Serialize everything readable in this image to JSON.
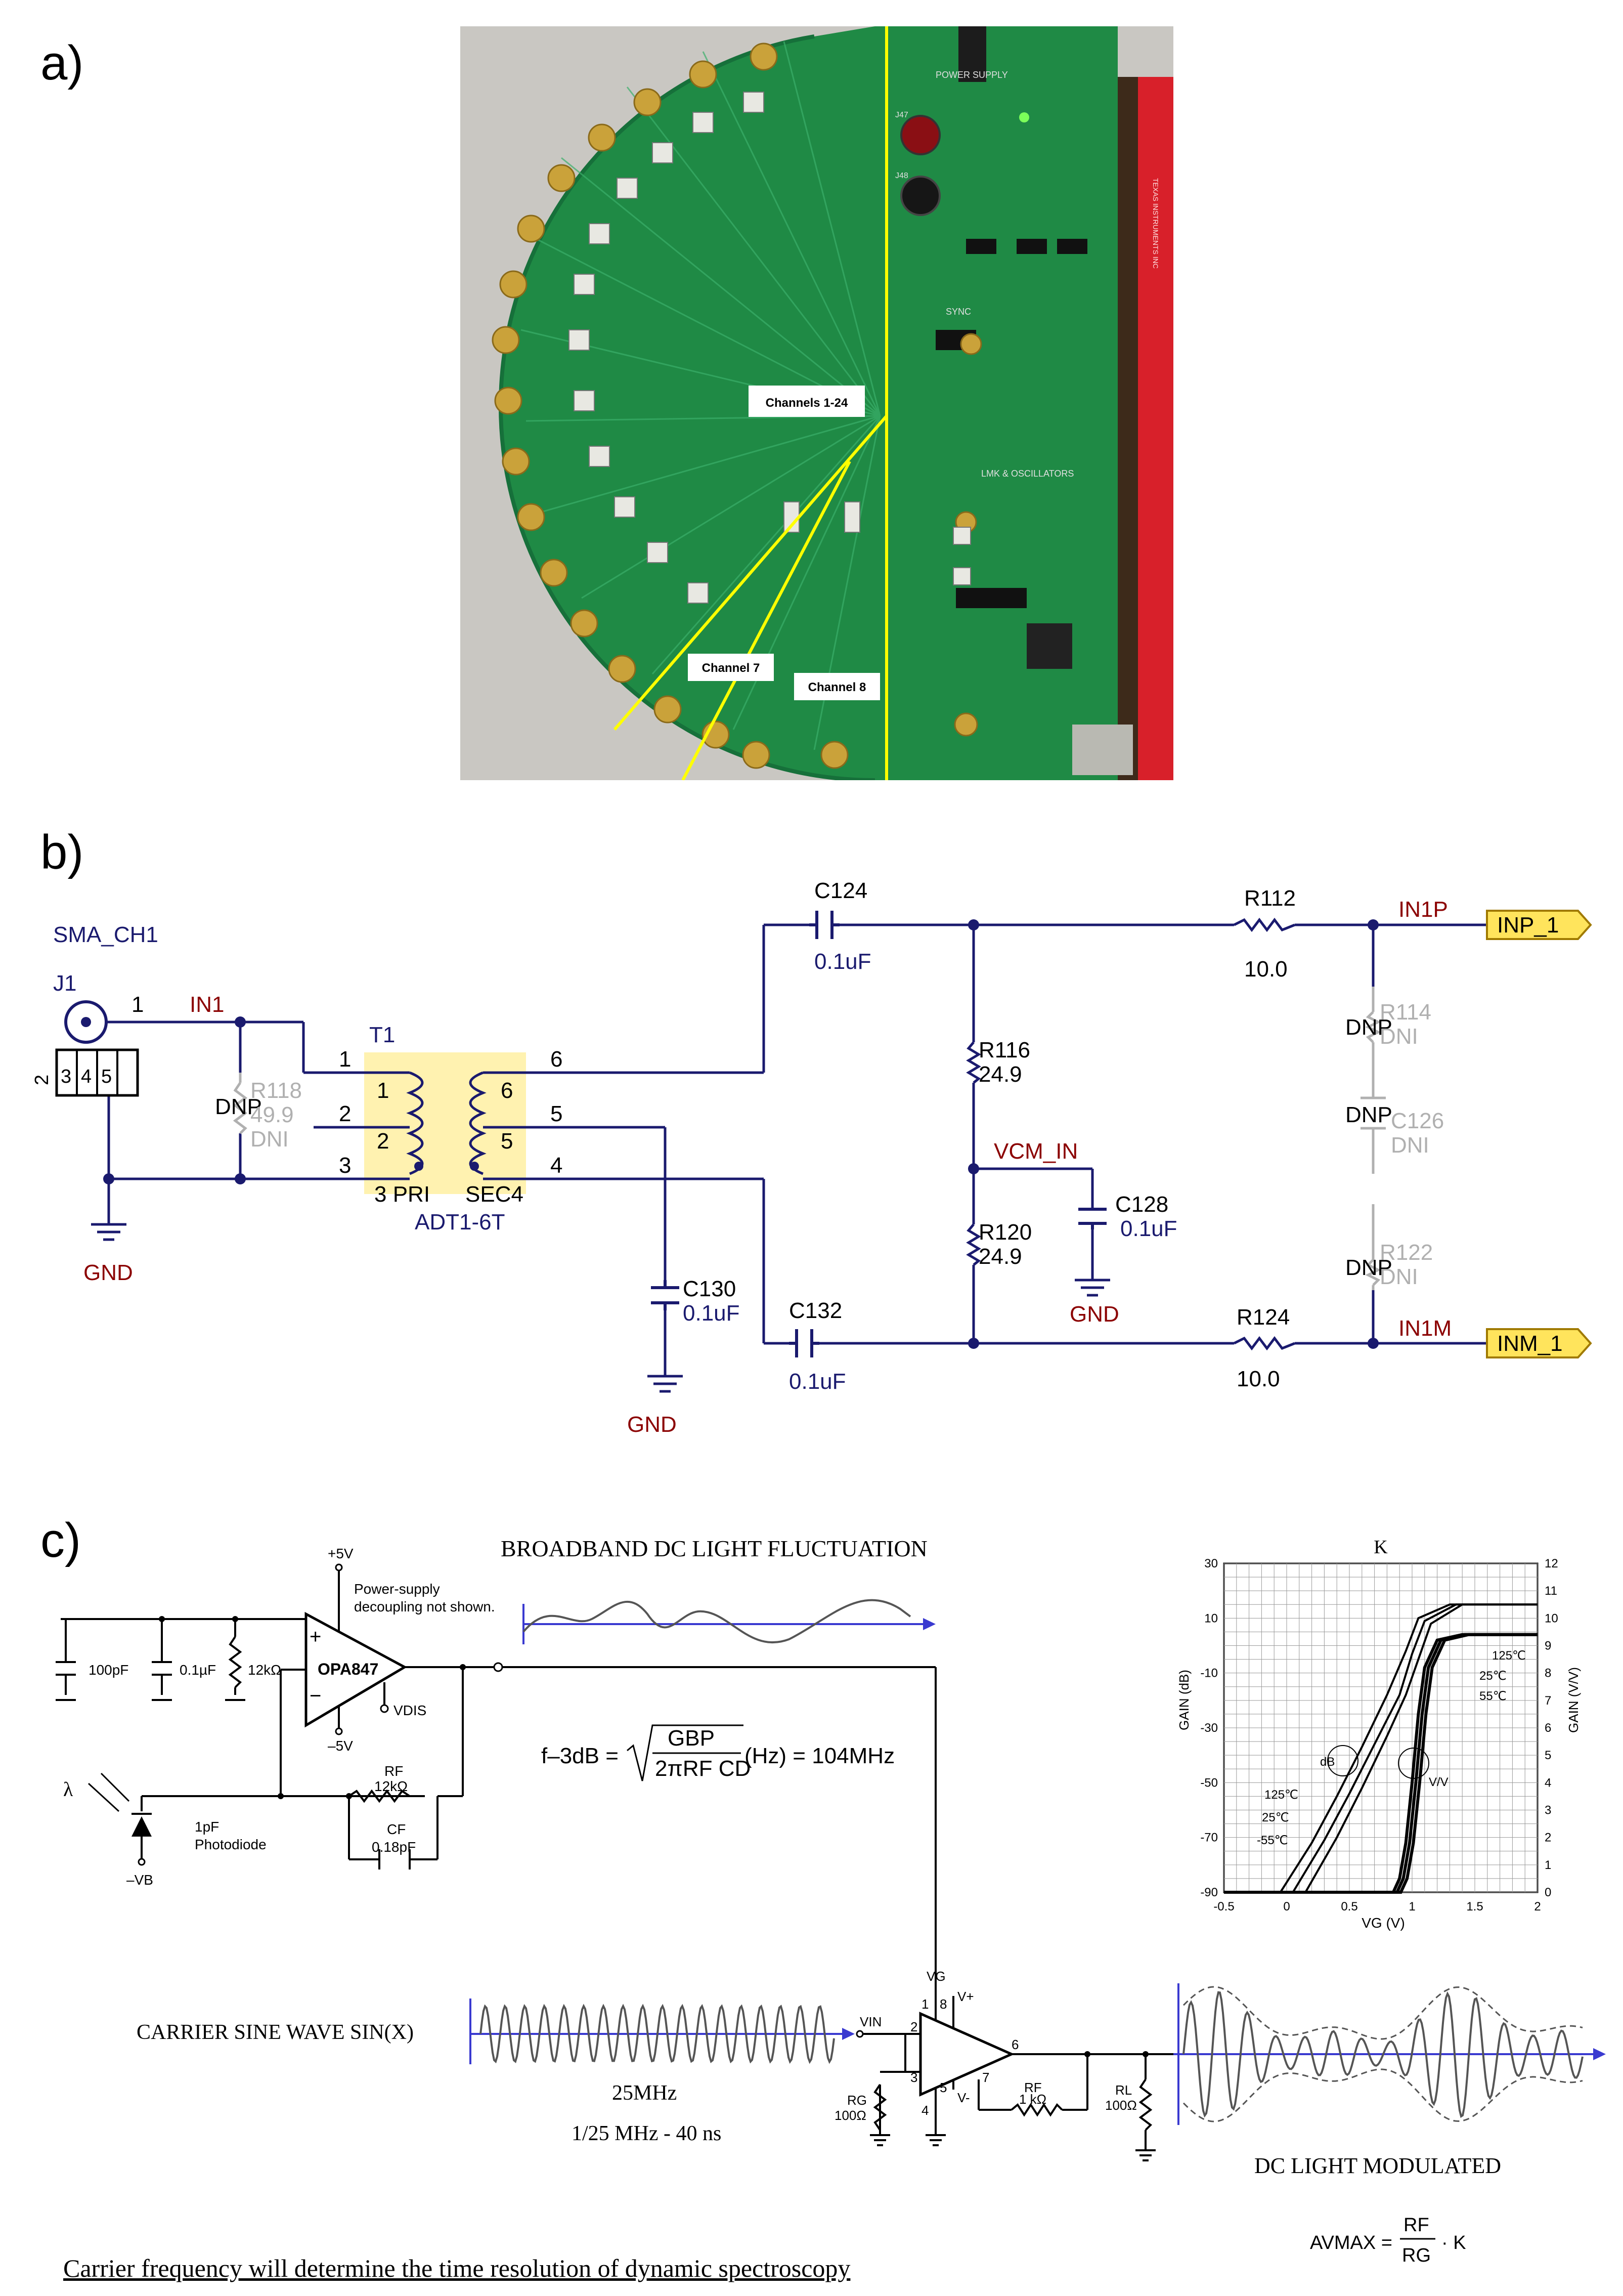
{
  "panel_labels": {
    "a": "a)",
    "b": "b)",
    "c": "c)"
  },
  "panel_a": {
    "channels_all": "Channels 1-24",
    "channel7": "Channel 7",
    "channel8": "Channel 8",
    "silk": {
      "power_supply": "POWER SUPPLY",
      "sync": "SYNC",
      "lmk": "LMK & OSCILLATORS",
      "j47": "J47",
      "j48": "J48",
      "vendor": "TEXAS INSTRUMENTS INC"
    },
    "colors": {
      "board": "#1f8a45",
      "accent_line": "#ffff00",
      "connector": "#caa23a",
      "red_board": "#d8202a"
    }
  },
  "panel_b": {
    "sma_title": "SMA_CH1",
    "j1": "J1",
    "j1_pin1": "1",
    "j1_pins": [
      "2",
      "3",
      "4",
      "5"
    ],
    "net_in1": "IN1",
    "r118_dnp": "DNP",
    "r118_ref": "R118",
    "r118_val": "49.9",
    "r118_dni": "DNI",
    "gnd": "GND",
    "t1_ref": "T1",
    "t1_part": "ADT1-6T",
    "t1_pins": [
      "1",
      "2",
      "3",
      "6",
      "5",
      "4"
    ],
    "t1_inner_pins": [
      "1",
      "2",
      "6",
      "5"
    ],
    "t1_pri": "3 PRI",
    "t1_sec": "SEC4",
    "c124_ref": "C124",
    "c124_val": "0.1uF",
    "c132_ref": "C132",
    "c132_val": "0.1uF",
    "c130_ref": "C130",
    "c130_val": "0.1uF",
    "c128_ref": "C128",
    "c128_val": "0.1uF",
    "r116_ref": "R116",
    "r116_val": "24.9",
    "r120_ref": "R120",
    "r120_val": "24.9",
    "vcm": "VCM_IN",
    "r112_ref": "R112",
    "r112_val": "10.0",
    "r124_ref": "R124",
    "r124_val": "10.0",
    "net_in1p": "IN1P",
    "net_in1m": "IN1M",
    "port_inp": "INP_1",
    "port_inm": "INM_1",
    "r114_dnp": "DNP",
    "r114_ref": "R114",
    "r114_dni": "DNI",
    "c126_dnp": "DNP",
    "c126_ref": "C126",
    "c126_dni": "DNI",
    "r122_dnp": "DNP",
    "r122_ref": "R122",
    "r122_dni": "DNI",
    "colors": {
      "wire": "#1a1a6e",
      "ref": "#1a1a6e",
      "net": "#8b0000",
      "dni": "#b0b0b0",
      "port": "#ffe45c",
      "transformer": "#fff2b0"
    }
  },
  "panel_c": {
    "broadband_title": "BROADBAND DC LIGHT FLUCTUATION",
    "opamp": "OPA847",
    "plus5v": "+5V",
    "minus5v": "–5V",
    "decoupling": [
      "Power-supply",
      "decoupling not shown."
    ],
    "vdis": "VDIS",
    "c100p": "100pF",
    "c01u": "0.1µF",
    "r12k": "12kΩ",
    "rf_label": "RF",
    "rf_val": "12kΩ",
    "cf_label": "CF",
    "cf_val": "0.18pF",
    "lambda": "λ",
    "photodiode": [
      "1pF",
      "Photodiode"
    ],
    "vb": "–VB",
    "formula_lhs": "f–3dB =",
    "formula_num": "GBP",
    "formula_den": "2πRF CD",
    "formula_rhs": "(Hz) = 104MHz",
    "carrier_title": "CARRIER SINE WAVE SIN(X)",
    "freq": "25MHz",
    "period": "1/25 MHz - 40 ns",
    "vg": "VG",
    "vin": "VIN",
    "vplus": "V+",
    "vminus": "V-",
    "rg": "RG",
    "rg_val": "100Ω",
    "rf2": "RF",
    "rf2_val": "1 kΩ",
    "rl": "RL",
    "rl_val": "100Ω",
    "amp_pins": [
      "1",
      "8",
      "2",
      "3",
      "6",
      "7",
      "5",
      "4"
    ],
    "dc_modulated": "DC LIGHT MODULATED",
    "avmax_lhs": "AVMAX =",
    "avmax_num": "RF",
    "avmax_den": "RG",
    "avmax_k": "· K",
    "footer": "Carrier frequency will determine the time resolution of dynamic spectroscopy"
  },
  "chart_data": {
    "type": "line",
    "title": "K",
    "xlabel": "VG (V)",
    "ylabel": "GAIN (dB)",
    "y2label": "GAIN (V/V)",
    "xlim": [
      -0.5,
      2
    ],
    "ylim": [
      -90,
      30
    ],
    "y2lim": [
      0,
      12
    ],
    "xticks": [
      "-0.5",
      "0",
      "0.5",
      "1",
      "1.5",
      "2"
    ],
    "yticks": [
      "30",
      "10",
      "-10",
      "-30",
      "-50",
      "-70",
      "-90"
    ],
    "y2ticks": [
      "12",
      "11",
      "10",
      "9",
      "8",
      "7",
      "6",
      "5",
      "4",
      "3",
      "2",
      "1",
      "0"
    ],
    "grid": true,
    "annotations": [
      "dB",
      "V/V",
      "125℃",
      "25℃",
      "-55℃",
      "125℃",
      "25℃",
      "55℃"
    ],
    "series": [
      {
        "name": "125℃",
        "axis": "dB",
        "x": [
          -0.05,
          0.2,
          0.4,
          0.6,
          0.8,
          0.95,
          1.05,
          1.3,
          2.0
        ],
        "values": [
          -90,
          -72,
          -55,
          -37,
          -18,
          -2,
          10,
          15,
          15
        ]
      },
      {
        "name": "25℃",
        "axis": "dB",
        "x": [
          0.05,
          0.3,
          0.5,
          0.7,
          0.9,
          1.0,
          1.1,
          1.35,
          2.0
        ],
        "values": [
          -90,
          -71,
          -54,
          -36,
          -18,
          -3,
          9,
          15,
          15
        ]
      },
      {
        "name": "-55℃",
        "axis": "dB",
        "x": [
          0.15,
          0.4,
          0.6,
          0.8,
          0.95,
          1.05,
          1.15,
          1.4,
          2.0
        ],
        "values": [
          -90,
          -70,
          -52,
          -33,
          -18,
          -5,
          8,
          15,
          15
        ]
      },
      {
        "name": "125℃",
        "axis": "V/V",
        "x": [
          -0.5,
          0.85,
          0.9,
          0.95,
          1.0,
          1.05,
          1.1,
          1.2,
          1.4,
          2.0
        ],
        "values": [
          0,
          0,
          0.5,
          1.8,
          4,
          6.5,
          8.2,
          9.2,
          9.4,
          9.4
        ]
      },
      {
        "name": "25℃",
        "axis": "V/V",
        "x": [
          -0.5,
          0.88,
          0.93,
          0.98,
          1.03,
          1.08,
          1.13,
          1.23,
          1.42,
          2.0
        ],
        "values": [
          0,
          0,
          0.5,
          1.8,
          4,
          6.5,
          8.2,
          9.2,
          9.4,
          9.4
        ]
      },
      {
        "name": "55℃",
        "axis": "V/V",
        "x": [
          -0.5,
          0.91,
          0.96,
          1.01,
          1.06,
          1.11,
          1.16,
          1.26,
          1.45,
          2.0
        ],
        "values": [
          0,
          0,
          0.5,
          1.8,
          4,
          6.5,
          8.2,
          9.2,
          9.4,
          9.4
        ]
      }
    ]
  }
}
